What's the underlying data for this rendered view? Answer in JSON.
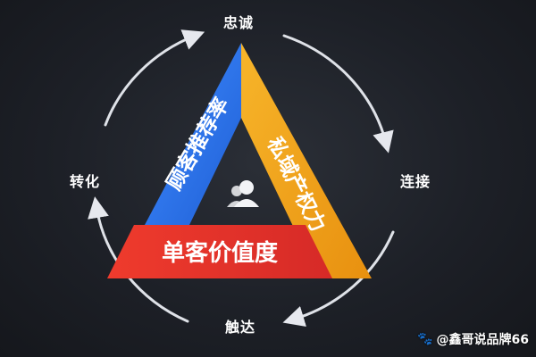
{
  "cycle_nodes": {
    "top": "忠诚",
    "right": "连接",
    "bottom": "触达",
    "left": "转化"
  },
  "triangle": {
    "left_side": "顾客推荐率",
    "right_side": "私域产权力",
    "bottom_side": "单客价值度"
  },
  "colors": {
    "left_side": "#2f7bf0",
    "right_side": "#f3a41b",
    "bottom_side": "#e3322d",
    "ring": "#dfe2e8",
    "background": "#1d2027"
  },
  "center_icon": "users-icon",
  "watermark": {
    "icon": "paw-icon",
    "text": "@鑫哥说品牌66"
  }
}
